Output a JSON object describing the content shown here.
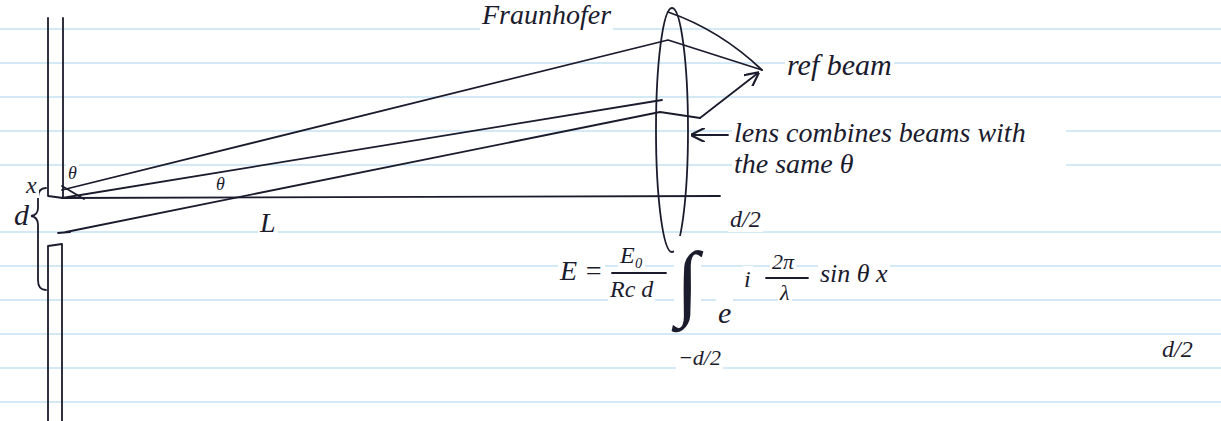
{
  "diagram": {
    "labels": [
      "Fraunhofer",
      "ref beam",
      "lens combines beams with the same θ",
      "x",
      "θ",
      "θ",
      "d",
      "L",
      "d/2",
      "E =",
      "E₀",
      "Rc d",
      "∫",
      "e",
      "i",
      "2π",
      "λ",
      "sin θ x",
      "−d/2",
      "d/2"
    ]
  }
}
